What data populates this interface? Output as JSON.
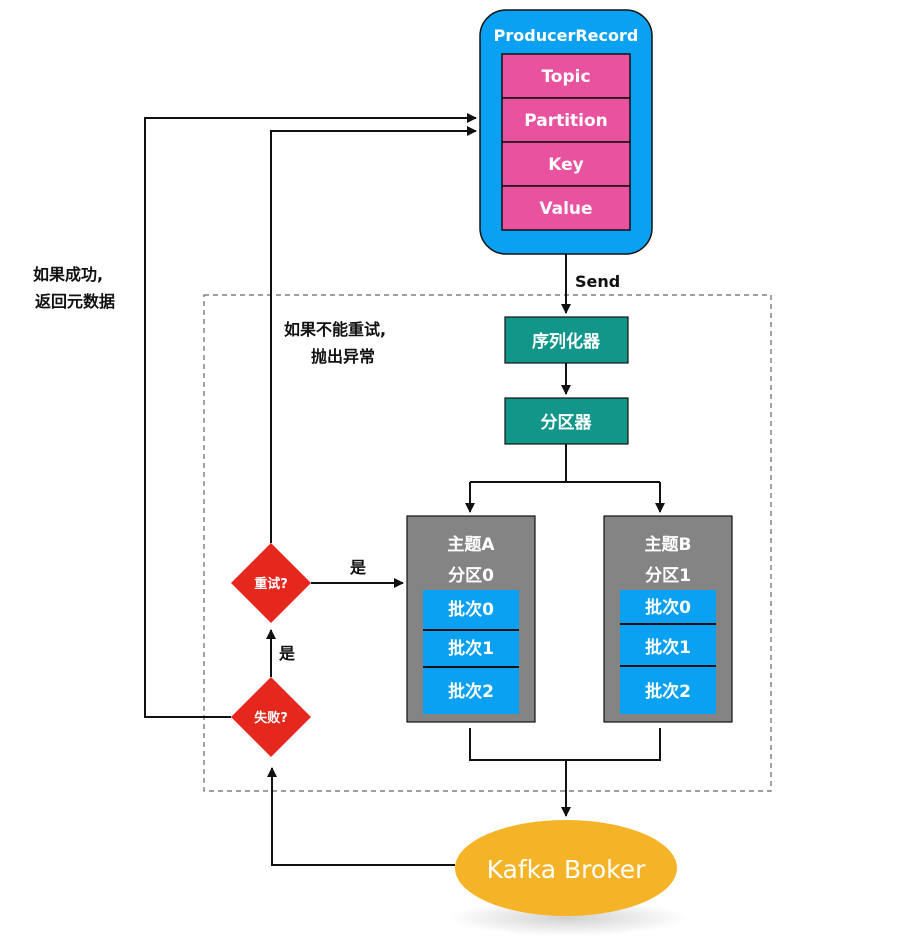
{
  "producer_record": {
    "title": "ProducerRecord",
    "fields": [
      "Topic",
      "Partition",
      "Key",
      "Value"
    ]
  },
  "send_label": "Send",
  "serializer": "序列化器",
  "partitioner": "分区器",
  "topic_a": {
    "title": "主题A",
    "partition": "分区0",
    "batches": [
      "批次0",
      "批次1",
      "批次2"
    ]
  },
  "topic_b": {
    "title": "主题B",
    "partition": "分区1",
    "batches": [
      "批次0",
      "批次1",
      "批次2"
    ]
  },
  "decision_retry": "重试?",
  "decision_fail": "失败?",
  "yes_retry": "是",
  "yes_fail": "是",
  "label_success": [
    "如果成功,",
    "返回元数据"
  ],
  "label_no_retry": [
    "如果不能重试,",
    "抛出异常"
  ],
  "broker": "Kafka Broker",
  "colors": {
    "record_bg": "#0aa1f2",
    "field_bg": "#e8529f",
    "teal": "#12968a",
    "topic_bg": "#848484",
    "batch_bg": "#0aa1f2",
    "diamond": "#e5271e",
    "broker": "#f5b427"
  }
}
